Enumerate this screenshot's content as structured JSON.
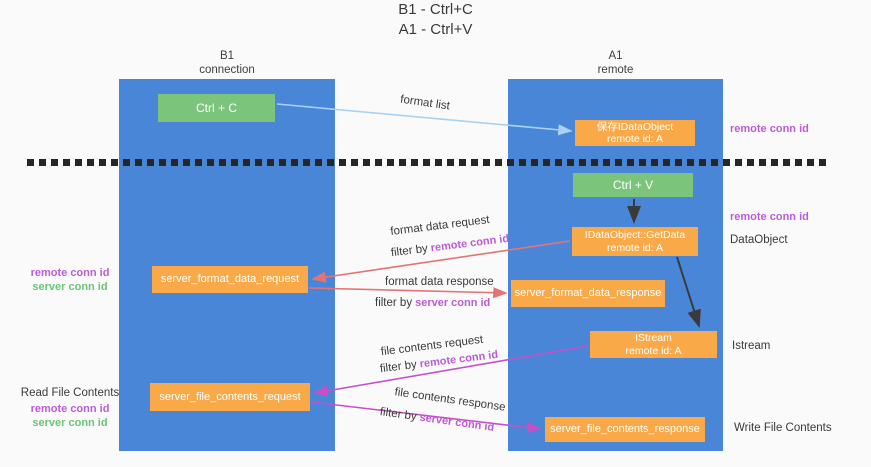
{
  "title": {
    "line1": "B1 - Ctrl+C",
    "line2": "A1 - Ctrl+V"
  },
  "columns": {
    "left": {
      "name": "B1",
      "role": "connection"
    },
    "right": {
      "name": "A1",
      "role": "remote"
    }
  },
  "nodes": {
    "ctrl_c": "Ctrl + C",
    "ctrl_v": "Ctrl + V",
    "save_idataobject": {
      "line1": "保存IDataObject",
      "line2": "remote id: A"
    },
    "getdata": {
      "line1": "IDataObject::GetData",
      "line2": "remote id: A"
    },
    "istream": {
      "line1": "IStream",
      "line2": "remote id: A"
    },
    "server_format_data_request": "server_format_data_request",
    "server_format_data_response": "server_format_data_response",
    "server_file_contents_request": "server_file_contents_request",
    "server_file_contents_response": "server_file_contents_response"
  },
  "annotations": {
    "format_list": "format list",
    "format_data_request": {
      "label": "format data request",
      "filter_prefix": "filter by",
      "filter_key": "remote conn id"
    },
    "format_data_response": {
      "label": "format data response",
      "filter_prefix": "filter by",
      "filter_key": "server conn id"
    },
    "file_contents_request": {
      "label": "file contents request",
      "filter_prefix": "filter by",
      "filter_key": "remote conn id"
    },
    "file_contents_response": {
      "label": "file contents response",
      "filter_prefix": "filter by",
      "filter_key": "server conn id"
    }
  },
  "side_labels": {
    "right_top_conn_id": "remote conn id",
    "right_mid_conn_id": "remote conn id",
    "dataobject": "DataObject",
    "istream": "Istream",
    "write_file_contents": "Write File Contents",
    "left_top": {
      "remote": "remote conn id",
      "server": "server conn id"
    },
    "read_file_contents": "Read File Contents",
    "left_bottom": {
      "remote": "remote conn id",
      "server": "server conn id"
    }
  },
  "colors": {
    "bg": "#fafafa",
    "blue": "#4a86d8",
    "orange": "#f9a947",
    "green-box": "#7bc47c",
    "purple": "#ba5cd6",
    "green-text": "#6cc476",
    "salmon": "#e57373",
    "magenta": "#c650c6",
    "lightblue": "#a8d2f0",
    "dark": "#3a3a3a",
    "dash": "#262626"
  }
}
